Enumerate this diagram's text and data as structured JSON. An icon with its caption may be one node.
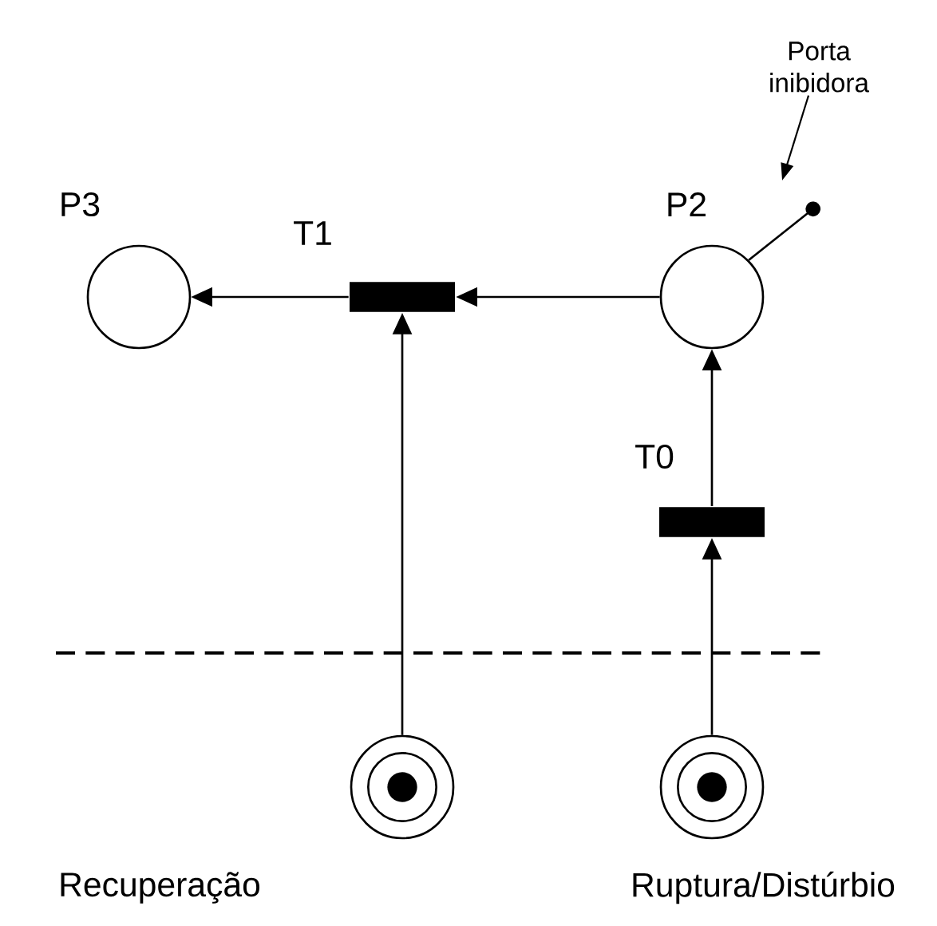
{
  "diagram": {
    "nodes": [
      {
        "text": [],
        "shape": "circle",
        "beside": [
          "P3"
        ]
      },
      {
        "text": [],
        "shape": "bar",
        "beside": [
          "T1"
        ]
      },
      {
        "text": [],
        "shape": "circle",
        "beside": [
          "P2"
        ]
      },
      {
        "text": [],
        "shape": "bar",
        "beside": [
          "T0"
        ]
      },
      {
        "text": [],
        "shape": "circle",
        "beside": [
          "Recuperação"
        ]
      },
      {
        "text": [],
        "shape": "circle",
        "beside": [
          "Ruptura/Distúrbio"
        ]
      },
      {
        "text": [
          "Porta inibidora"
        ]
      }
    ],
    "edges": [
      {
        "from": 2,
        "to": 1,
        "arrow": "to"
      },
      {
        "from": 1,
        "to": 0,
        "arrow": "to"
      },
      {
        "from": 3,
        "to": 2,
        "arrow": "to"
      },
      {
        "from": 5,
        "to": 3,
        "arrow": "to"
      },
      {
        "from": 4,
        "to": 1,
        "arrow": "to"
      },
      {
        "from": 2,
        "to": null,
        "arrow": "other"
      },
      {
        "from": 6,
        "to": null,
        "arrow": "to"
      }
    ]
  }
}
